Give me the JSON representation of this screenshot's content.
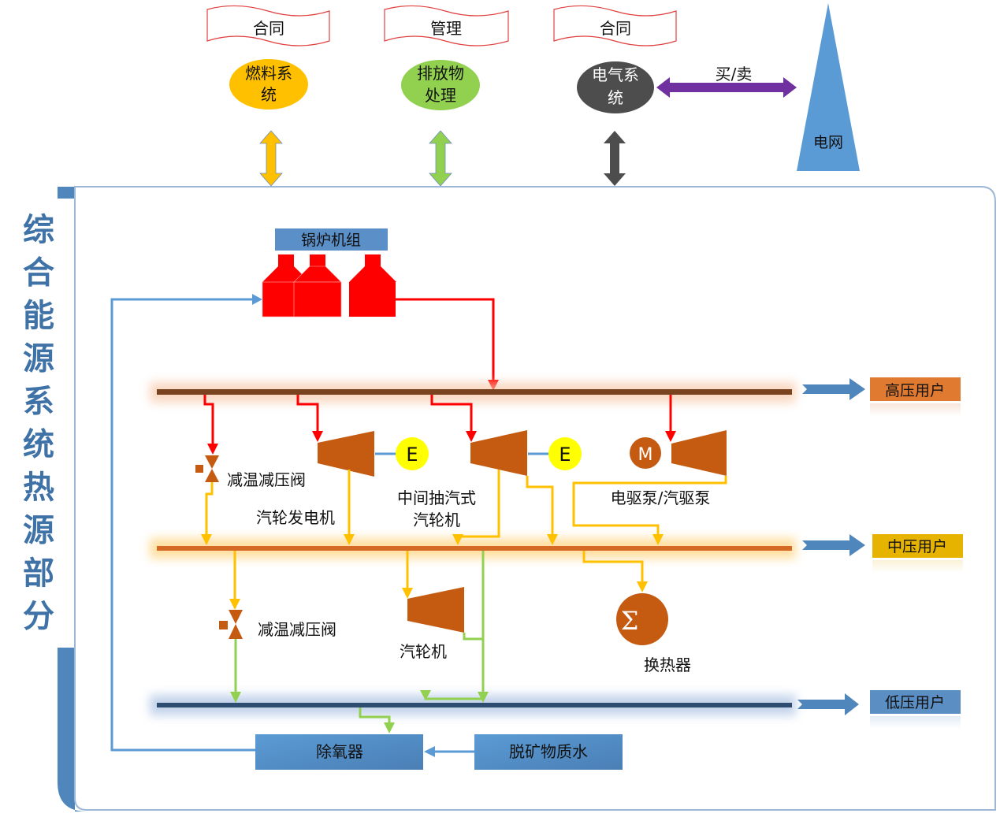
{
  "title": "综合能源系统热源部分",
  "title_chars": [
    "综",
    "合",
    "能",
    "源",
    "系",
    "统",
    "热",
    "源",
    "部",
    "分"
  ],
  "top": {
    "banners": [
      {
        "label": "合同"
      },
      {
        "label": "管理"
      },
      {
        "label": "合同"
      }
    ],
    "systems": [
      {
        "label_line1": "燃料系",
        "label_line2": "统",
        "color": "#ffc000"
      },
      {
        "label_line1": "排放物",
        "label_line2": "处理",
        "color": "#92d050"
      },
      {
        "label_line1": "电气系",
        "label_line2": "统",
        "color": "#4d4d4d"
      }
    ],
    "trade_label": "买/卖",
    "grid_label": "电网",
    "colors": {
      "fuel_arrow": "#ffc000",
      "emission_arrow": "#92d050",
      "electric_arrow": "#4d4d4d",
      "trade_arrow": "#7030a0",
      "grid": "#5b9bd5"
    }
  },
  "boiler": {
    "label": "锅炉机组",
    "color": "#ff0000"
  },
  "headers": [
    {
      "name": "high",
      "user_label": "高压用户",
      "pipe_color": "#7a4320",
      "label_color": "#e07a30"
    },
    {
      "name": "medium",
      "user_label": "中压用户",
      "pipe_color": "#d46a24",
      "label_color": "#e6b400"
    },
    {
      "name": "low",
      "user_label": "低压用户",
      "pipe_color": "#2e4d70",
      "label_color": "#5b8fc4"
    }
  ],
  "components": {
    "prv_high_label": "减温减压阀",
    "turbine_gen_label": "汽轮发电机",
    "extraction_label_line1": "中间抽汽式",
    "extraction_label_line2": "汽轮机",
    "pump_label": "电驱泵/汽驱泵",
    "prv_medium_label": "减温减压阀",
    "turbine_label": "汽轮机",
    "heat_exchanger_label": "换热器",
    "generator_symbol": "E",
    "motor_symbol": "M",
    "sigma_symbol": "Σ",
    "deaerator_label": "除氧器",
    "demin_water_label": "脱矿物质水"
  },
  "flow_colors": {
    "steam_high": "#ff0000",
    "steam_medium": "#ffc000",
    "steam_low": "#92d050",
    "water": "#5b9bd5",
    "equipment": "#c55a11"
  }
}
